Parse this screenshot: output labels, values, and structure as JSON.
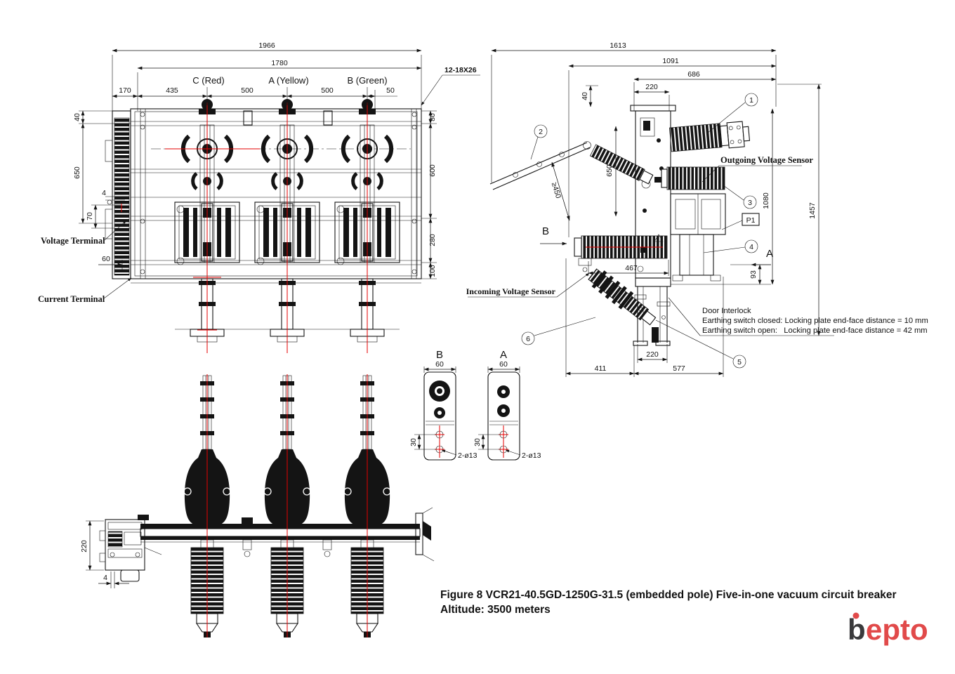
{
  "colors": {
    "centerline_red": "#e60000",
    "logo_red": "#e14a4a",
    "logo_dark": "#3a3a3c",
    "ink": "#141414"
  },
  "caption": {
    "line1": "Figure 8 VCR21-40.5GD-1250G-31.5 (embedded pole) Five-in-one vacuum circuit breaker",
    "line2": "Altitude: 3500 meters"
  },
  "logo": {
    "b": "b",
    "epto": "epto"
  },
  "front": {
    "dim_1966": "1966",
    "dim_1780": "1780",
    "phase_c": "C (Red)",
    "phase_a": "A (Yellow)",
    "phase_b": "B (Green)",
    "dim_170": "170",
    "dim_435": "435",
    "dim_500a": "500",
    "dim_500b": "500",
    "dim_50": "50",
    "hole_note": "12-18X26",
    "dim_40": "40",
    "dim_650": "650",
    "dim_4": "4",
    "dim_70": "70",
    "dim_60": "60",
    "voltage_terminal": "Voltage Terminal",
    "current_terminal": "Current Terminal",
    "dim_80": "80",
    "dim_600": "600",
    "dim_280": "280",
    "dim_100": "100"
  },
  "side": {
    "dim_1613": "1613",
    "dim_1091": "1091",
    "dim_686": "686",
    "dim_220_top": "220",
    "dim_40": "40",
    "callout_1": "1",
    "callout_2": "2",
    "callout_3": "3",
    "callout_4": "4",
    "callout_5": "5",
    "callout_6": "6",
    "outgoing_sensor": "Outgoing Voltage Sensor",
    "incoming_sensor": "Incoming Voltage Sensor",
    "dim_650": "650",
    "dim_ge450": "≥450",
    "dim_467": "467",
    "p1": "P1",
    "view_arrow_b": "B",
    "view_arrow_a": "A",
    "dim_93": "93",
    "dim_1080": "1080",
    "dim_1457": "1457",
    "door_interlock_title": "Door Interlock",
    "door_interlock_closed": "Earthing switch closed: Locking plate end-face distance = 10 mm",
    "door_interlock_open": "Earthing switch open:   Locking plate end-face distance = 42 mm",
    "dim_411": "411",
    "dim_220_bottom": "220",
    "dim_577": "577"
  },
  "sections": {
    "b_label": "B",
    "b_width": "60",
    "b_pitch": "30",
    "b_holes": "2-ø13",
    "a_label": "A",
    "a_width": "60",
    "a_pitch": "30",
    "a_holes": "2-ø13"
  },
  "bottom": {
    "dim_220": "220",
    "dim_4": "4"
  }
}
